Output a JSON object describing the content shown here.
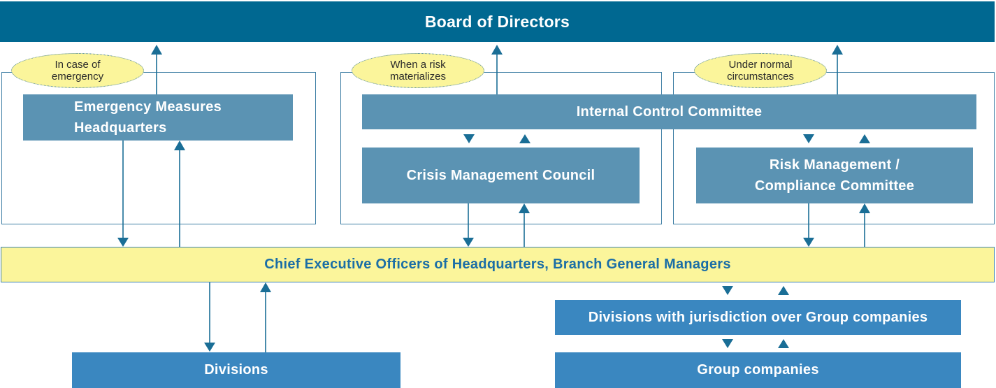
{
  "board": {
    "label": "Board of Directors"
  },
  "groups": [
    {
      "note_lines": [
        "In case of",
        "emergency"
      ]
    },
    {
      "note_lines": [
        "When a risk",
        "materializes"
      ]
    },
    {
      "note_lines": [
        "Under normal",
        "circumstances"
      ]
    }
  ],
  "boxes": {
    "emergency_lines": [
      "Emergency Measures",
      "Headquarters"
    ],
    "internal_control": "Internal Control Committee",
    "crisis": "Crisis Management Council",
    "risk_lines": [
      "Risk Management /",
      "Compliance Committee"
    ],
    "ceo": "Chief Executive Officers of Headquarters, Branch General Managers",
    "divisions_group": "Divisions with jurisdiction over Group companies",
    "divisions": "Divisions",
    "group_companies": "Group companies"
  },
  "colors": {
    "board": "#006891",
    "committee_boxes": "#5b93b3",
    "bottom_boxes": "#3a87c0",
    "highlight": "#fbf59b",
    "arrow": "#1a6e96"
  }
}
